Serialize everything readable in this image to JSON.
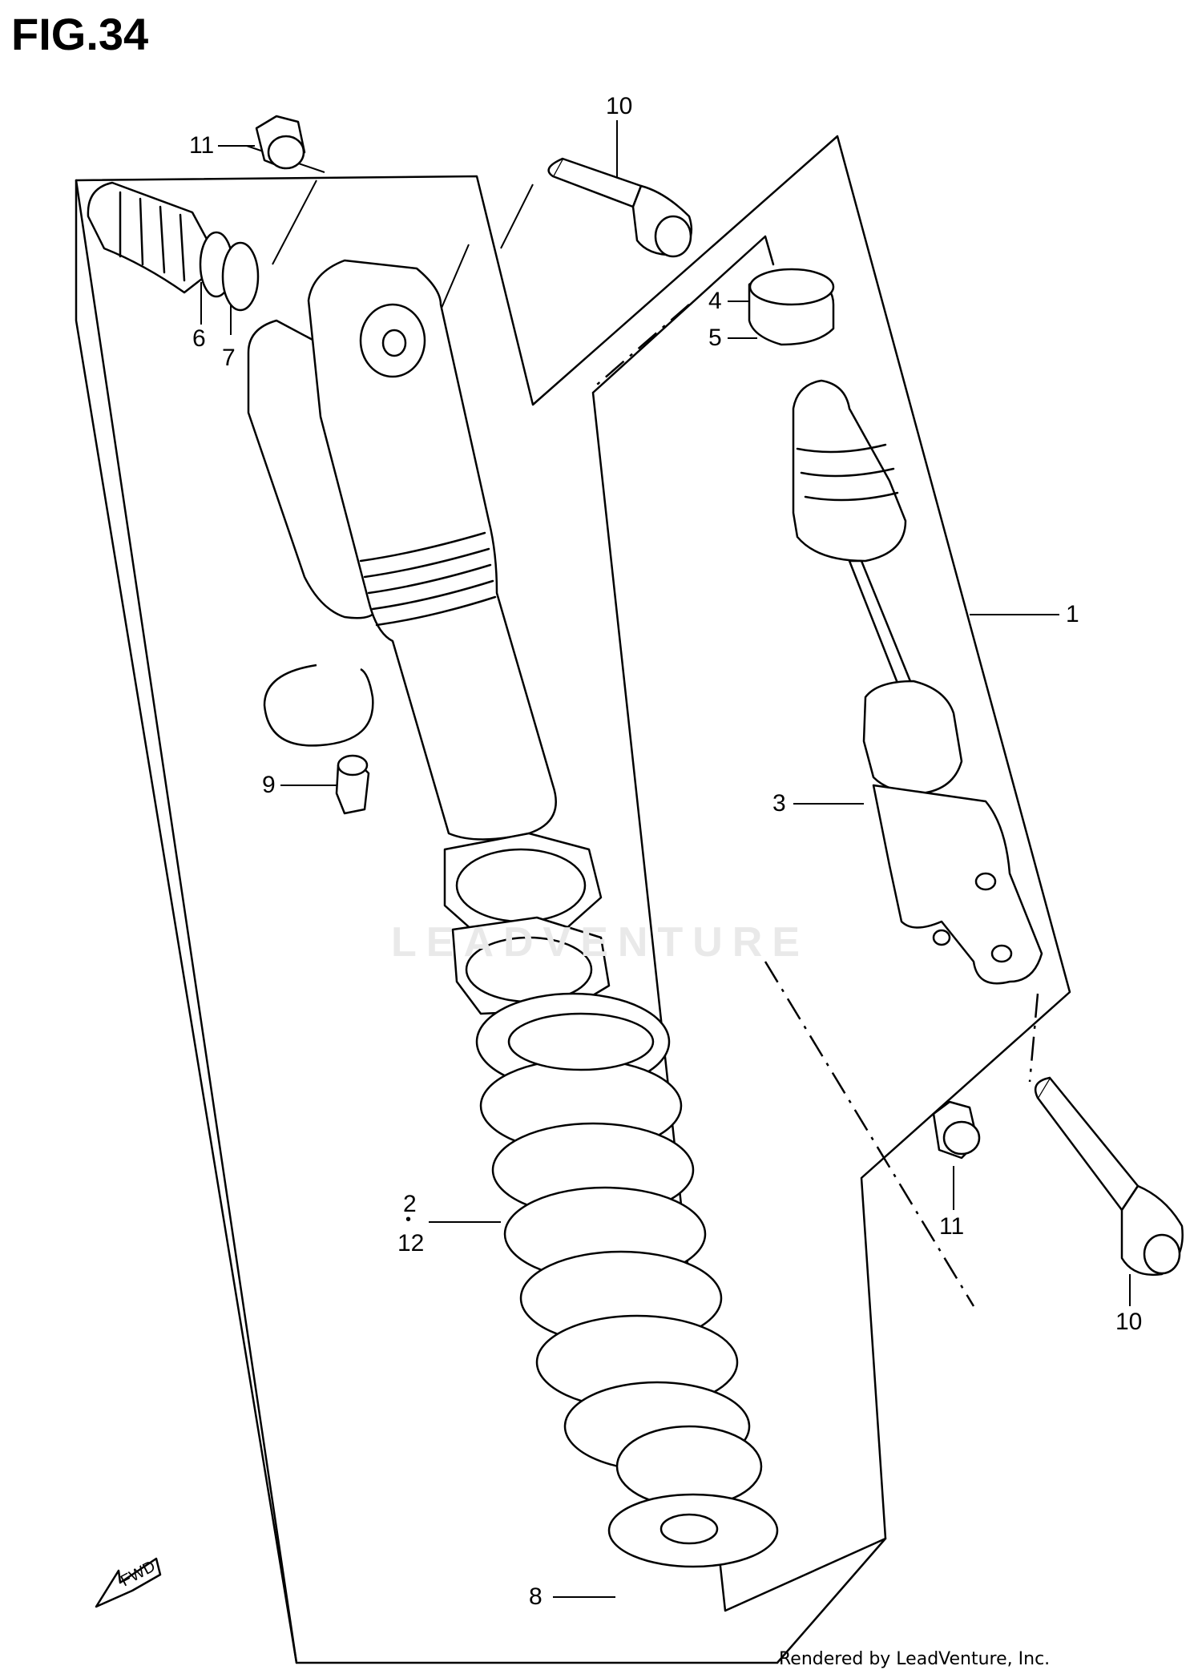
{
  "figure": {
    "title": "FIG.34",
    "credit": "Rendered by LeadVenture, Inc.",
    "watermark": "LEADVENTURE"
  },
  "callouts": [
    {
      "id": "c10a",
      "label": "10"
    },
    {
      "id": "c11a",
      "label": "11"
    },
    {
      "id": "c6",
      "label": "6"
    },
    {
      "id": "c7",
      "label": "7"
    },
    {
      "id": "c4",
      "label": "4"
    },
    {
      "id": "c5",
      "label": "5"
    },
    {
      "id": "c1",
      "label": "1"
    },
    {
      "id": "c9",
      "label": "9"
    },
    {
      "id": "c3",
      "label": "3"
    },
    {
      "id": "c2",
      "label": "2"
    },
    {
      "id": "cdot",
      "label": "•"
    },
    {
      "id": "c12",
      "label": "12"
    },
    {
      "id": "c11b",
      "label": "11"
    },
    {
      "id": "c10b",
      "label": "10"
    },
    {
      "id": "c8",
      "label": "8"
    }
  ],
  "fwd_label": "FWD"
}
